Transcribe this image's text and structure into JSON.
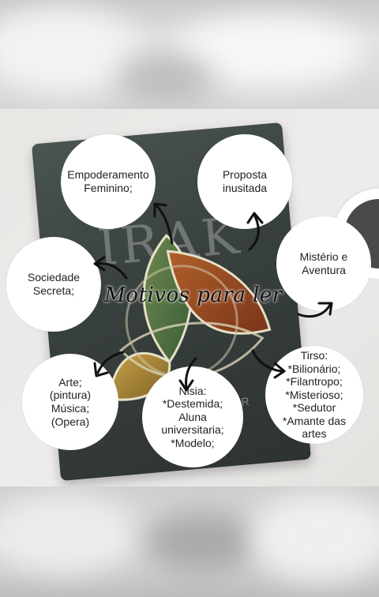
{
  "center_title": "Motivos para ler",
  "bubbles": {
    "empoderamento": "Empoderamento\nFeminino;",
    "proposta": "Proposta\ninusitada",
    "misterio": "Mistério e\nAventura",
    "sociedade": "Sociedade\nSecreta;",
    "arte": "Arte;\n(pintura)\nMúsica;\n(Opera)",
    "nisia": "Nisia:\n*Destemida;\nAluna\nuniversitaria;\n*Modelo;",
    "tirso": "Tirso:\n*Bilionário;\n*Filantropo;\n*Misterioso;\n*Sedutor\n*Amante das\nartes"
  },
  "colors": {
    "bubble": "#ffffff",
    "text": "#222222",
    "arrow": "#111111"
  }
}
